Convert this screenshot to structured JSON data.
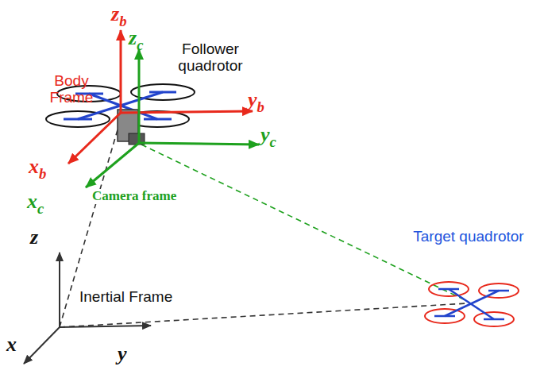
{
  "diagram": {
    "labels": [
      "Body Frame",
      "zb",
      "zc",
      "Follower quadrotor",
      "yb",
      "yc",
      "xb",
      "xc",
      "Camera frame",
      "Target quadrotor",
      "z",
      "Inertial Frame",
      "x",
      "y"
    ]
  }
}
